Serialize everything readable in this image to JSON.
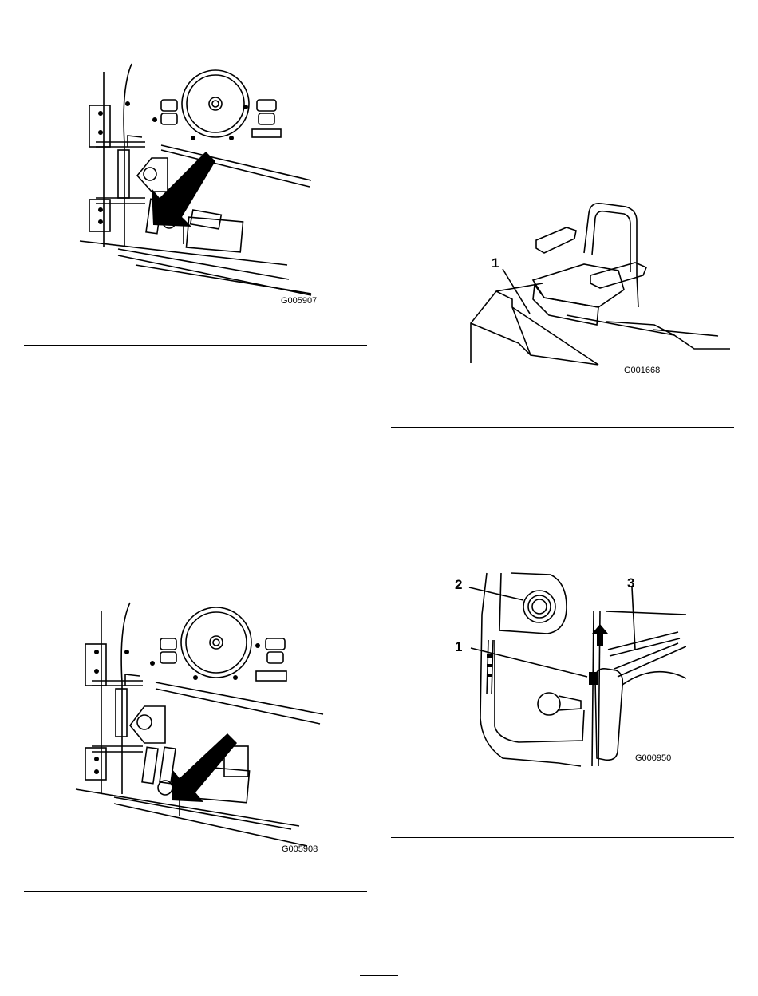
{
  "figures": [
    {
      "id": "G005907"
    },
    {
      "id": "G001668",
      "callouts": [
        "1"
      ]
    },
    {
      "id": "G005908"
    },
    {
      "id": "G000950",
      "callouts": [
        "2",
        "3",
        "1"
      ]
    }
  ]
}
